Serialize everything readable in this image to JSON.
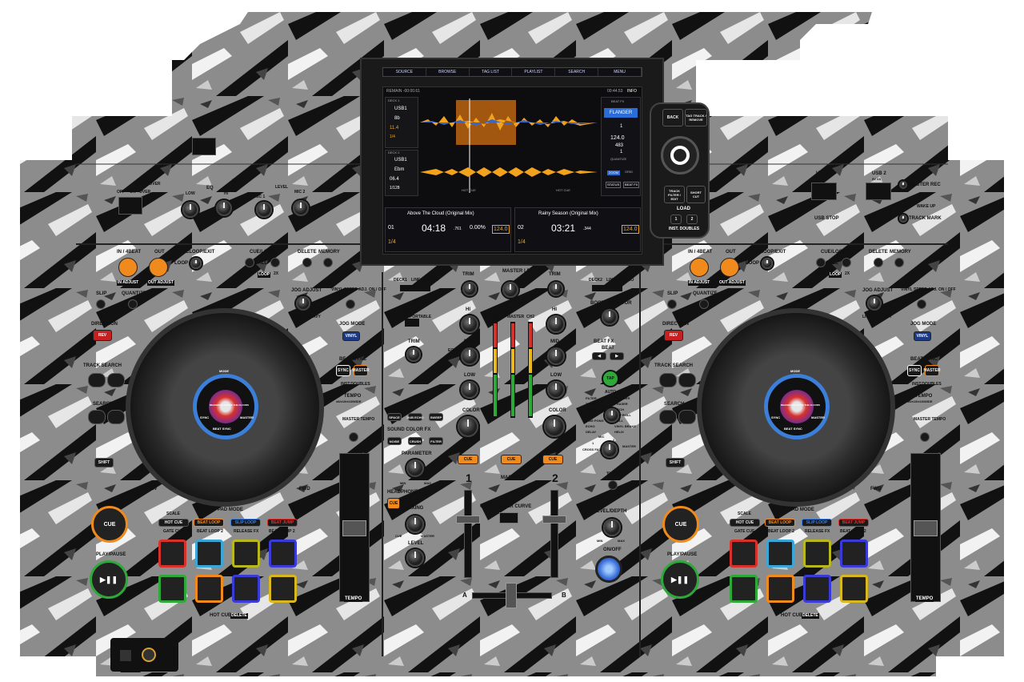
{
  "screen": {
    "tabs": [
      "SOURCE",
      "BROWSE",
      "TAG LIST",
      "PLAYLIST",
      "SEARCH",
      "MENU"
    ],
    "remain": "REMAIN -00:00.61",
    "info": "INFO",
    "clock": "00:44.53",
    "deck1": {
      "label": "DECK 1",
      "source": "USB1",
      "key": "8b",
      "bpm": "11.4",
      "wave_mark": "1/4",
      "track": "01",
      "title": "Above The Cloud (Original Mix)",
      "time": "04:18",
      "time_ms": ".761",
      "pitch": "0.00%",
      "tempo": "124.0",
      "quantize": "1/4"
    },
    "deck2": {
      "label": "DECK 2",
      "source": "USB1",
      "key": "Ebm",
      "bpm": "06.4",
      "beats": "1/128",
      "track": "02",
      "title": "Rainy Season (Original Mix)",
      "time": "03:21",
      "time_ms": ".344",
      "tempo": "124.0",
      "quantize": "1/4"
    },
    "hot_cue": "HOT CUE",
    "beat_fx": {
      "title": "BEAT FX",
      "effect": "FLANGER",
      "value": "1",
      "bpm": "124.0",
      "ms": "483",
      "beat": "1",
      "quantize": "QUANTIZE",
      "zoom": "ZOOM",
      "grid": "GRID",
      "status": "STATUS",
      "beatfx": "BEAT FX"
    }
  },
  "top_controls": {
    "back": "BACK",
    "tag_track": "TAG TRACK / REMOVE",
    "track_filter": "TRACK FILTER / EDIT",
    "short_cut": "SHORT CUT",
    "load": "LOAD",
    "load1": "1",
    "load2": "2",
    "inst_doubles": "INST. DOUBLES"
  },
  "mic": {
    "talk_over": "TALK OVER",
    "off": "OFF",
    "on": "ON",
    "over": "OVER",
    "mic_label": "MIC",
    "eq": "EQ",
    "low": "LOW",
    "hi": "HI",
    "level": "LEVEL",
    "mic1": "MIC 1",
    "mic2": "MIC 2"
  },
  "usb": {
    "usb1": "USB 1",
    "usb2": "USB 2",
    "usb_stop": "USB STOP",
    "master_rec": "MASTER REC",
    "wake_up": "WAKE UP",
    "track_mark": "TRACK MARK",
    "spec": "5V 2A"
  },
  "left_deck": {
    "in_4beat": "IN / 4BEAT",
    "out": "OUT",
    "reloop": "RELOOP/EXIT",
    "loop": "LOOP",
    "in_adjust": "IN ADJUST",
    "out_adjust": "OUT ADJUST",
    "cue_loop": "CUE/LOOP",
    "call": "CALL",
    "delete": "DELETE",
    "memory": "MEMORY",
    "half_x": "1/2X",
    "loop2": "LOOP",
    "two_x": "2X",
    "slip": "SLIP",
    "quantize": "QUANTIZE",
    "jog_adjust": "JOG ADJUST",
    "vinyl_speed": "VINYL SPEED ADJ. ON / OFF",
    "light": "LIGHT",
    "heavy": "HEAVY",
    "direction": "DIRECTION",
    "rev": "REV",
    "jog_mode": "JOG MODE",
    "vinyl": "VINYL",
    "track_search": "TRACK SEARCH",
    "beat_sync": "BEAT SYNC",
    "sync": "SYNC",
    "master": "MASTER",
    "inst_doubles": "INST.DOUBLES",
    "search": "SEARCH",
    "tempo": "TEMPO",
    "tempo_range": "±6/±10/±16/WIDE",
    "master_tempo": "MASTER TEMPO",
    "shift": "SHIFT",
    "rev2": "REV",
    "fwd": "FWD",
    "cue": "CUE",
    "play_pause": "PLAY/PAUSE",
    "pad_mode": "PAD MODE",
    "scale": "SCALE",
    "hot_cue": "HOT CUE",
    "beat_loop": "BEAT LOOP",
    "slip_loop": "SLIP LOOP",
    "beat_jump": "BEAT JUMP",
    "gate_cue": "GATE CUE",
    "beat_loop2": "BEAT LOOP 2",
    "release_fx": "RELEASE FX",
    "beat_jump2": "BEAT JUMP 2",
    "hot_cue_bottom": "HOT CUE",
    "delete_bottom": "DELETE",
    "tempo_fader": "TEMPO",
    "jog_mode_label": "MODE",
    "jog_sync": "SYNC",
    "jog_beat_sync": "BEAT SYNC",
    "jog_master": "MASTER",
    "logo": "DEADMAUS ABOVE THE CLOUDS"
  },
  "mixer": {
    "deck1": "DECK1",
    "line": "LINE",
    "phono": "PHONO",
    "deck2": "DECK2",
    "line2": "LINE",
    "phono2": "PHONO",
    "trim": "TRIM",
    "master_level": "MASTER LEVEL",
    "booth_monitor": "BOOTH MONITOR",
    "aux": "AUX",
    "aux_line": "LINE",
    "portable": "PORTABLE",
    "aux_off": "OFF",
    "hi": "HI",
    "mid": "MID",
    "low": "LOW",
    "color": "COLOR",
    "eq_iso": "EQ/ ISO",
    "ch1": "CH1",
    "ch2": "CH2",
    "master_meter": "MASTER",
    "space": "SPACE",
    "dub_echo": "DUB ECHO",
    "sweep": "SWEEP",
    "sound_color_fx": "SOUND COLOR FX",
    "noise": "NOISE",
    "crush": "CRUSH",
    "filter": "FILTER",
    "parameter": "PARAMETER",
    "min": "MIN",
    "max": "MAX",
    "headphones": "HEADPHONES",
    "hp_cue": "CUE",
    "mixing": "MIXING",
    "hp_master": "MASTER",
    "level": "LEVEL",
    "cue1": "CUE",
    "cue_master": "CUE",
    "cue2": "CUE",
    "ch_num1": "1",
    "ch_num2": "2",
    "master_label": "MASTER",
    "crossfader_curve": "CROSSFADER CURVE",
    "xf_a": "A",
    "xf_b": "B",
    "beat_fx": "BEAT FX",
    "beat": "BEAT",
    "tap": "TAP",
    "auto": "AUTO",
    "fx_list": [
      "FILTER",
      "FLANGER",
      "TRANS",
      "PHASER",
      "REVERB",
      "PITCH",
      "SPIRAL",
      "SLIP ROLL",
      "PING PONG",
      "ROLL",
      "ECHO",
      "VINYL BRAKE",
      "DELAY",
      "HELIX"
    ],
    "mic": "MIC",
    "ch1_sel": "1",
    "ch2_sel": "2",
    "cross_fader": "CROSS FADER",
    "fx_master": "MASTER",
    "time": "TIME",
    "level_depth": "LEVEL/DEPTH",
    "ld_min": "MIN",
    "ld_max": "MAX",
    "on_off": "ON/OFF"
  },
  "right_deck": {
    "in_4beat": "IN / 4BEAT",
    "out": "OUT",
    "reloop": "RELOOP/EXIT",
    "loop": "LOOP",
    "in_adjust": "IN ADJUST",
    "out_adjust": "OUT ADJUST",
    "cue_loop": "CUE/LOOP",
    "call": "CALL",
    "delete": "DELETE",
    "memory": "MEMORY",
    "half_x": "1/2X",
    "loop2": "LOOP",
    "two_x": "2X",
    "slip": "SLIP",
    "quantize": "QUANTIZE",
    "jog_adjust": "JOG ADJUST",
    "vinyl_speed": "VINYL SPEED ADJ. ON / OFF",
    "light": "LIGHT",
    "heavy": "HEAVY",
    "direction": "DIRECTION",
    "rev": "REV",
    "jog_mode": "JOG MODE",
    "vinyl": "VINYL",
    "track_search": "TRACK SEARCH",
    "beat_sync": "BEAT SYNC",
    "sync": "SYNC",
    "master": "MASTER",
    "inst_doubles": "INST.DOUBLES",
    "search": "SEARCH",
    "tempo": "TEMPO",
    "tempo_range": "±6/±10/±16/WIDE",
    "master_tempo": "MASTER TEMPO",
    "shift": "SHIFT",
    "rev2": "REV",
    "fwd": "FWD",
    "cue": "CUE",
    "play_pause": "PLAY/PAUSE",
    "pad_mode": "PAD MODE",
    "scale": "SCALE",
    "hot_cue": "HOT CUE",
    "beat_loop": "BEAT LOOP",
    "slip_loop": "SLIP LOOP",
    "beat_jump": "BEAT JUMP",
    "gate_cue": "GATE CUE",
    "beat_loop2": "BEAT LOOP 2",
    "release_fx": "RELEASE FX",
    "beat_jump2": "BEAT JUMP 2",
    "hot_cue_bottom": "HOT CUE",
    "delete_bottom": "DELETE",
    "tempo_fader": "TEMPO",
    "jog_mode_label": "MODE",
    "jog_sync": "SYNC",
    "jog_beat_sync": "BEAT SYNC",
    "jog_master": "MASTER",
    "logo": "DEADMAUS ABOVE THE CLOUDS"
  },
  "colors": {
    "body": "#8a8a8a",
    "accent_orange": "#f08a1c",
    "screen_bg": "#0d0d10",
    "wave_orange": "#f3a21e",
    "wave_blue": "#3b66c4",
    "play_green": "#2fa83a",
    "red_pad": "#d8312c",
    "blue_pad": "#3a6fd8"
  },
  "pad_colors_left": [
    "#d8312c",
    "#3aa6d8",
    "#b8b81e",
    "#3a3ad8",
    "#2fa83a",
    "#f08a1c",
    "#3a3ad8",
    "#d8b81e"
  ],
  "pad_colors_right": [
    "#d8312c",
    "#3aa6d8",
    "#b8b81e",
    "#3a3ad8",
    "#2fa83a",
    "#f08a1c",
    "#3a3ad8",
    "#d8b81e"
  ]
}
